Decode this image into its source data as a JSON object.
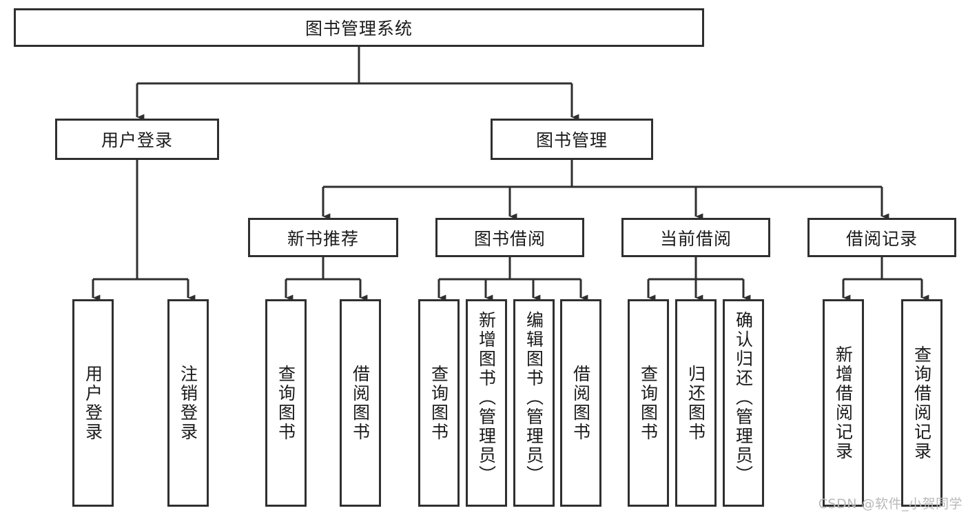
{
  "diagram": {
    "title": "图书管理系统",
    "type": "tree-hierarchy",
    "root": {
      "label": "图书管理系统"
    },
    "level2": [
      {
        "label": "用户登录"
      },
      {
        "label": "图书管理"
      }
    ],
    "level3": [
      {
        "label": "新书推荐"
      },
      {
        "label": "图书借阅"
      },
      {
        "label": "当前借阅"
      },
      {
        "label": "借阅记录"
      }
    ],
    "leaves": {
      "user_login": [
        {
          "label": "用户登录"
        },
        {
          "label": "注销登录"
        }
      ],
      "new_book_recommend": [
        {
          "label": "查询图书"
        },
        {
          "label": "借阅图书"
        }
      ],
      "book_borrow": [
        {
          "label": "查询图书"
        },
        {
          "label": "新增图书（管理员）"
        },
        {
          "label": "编辑图书（管理员）"
        },
        {
          "label": "借阅图书"
        }
      ],
      "current_borrow": [
        {
          "label": "查询图书"
        },
        {
          "label": "归还图书"
        },
        {
          "label": "确认归还（管理员）"
        }
      ],
      "borrow_record": [
        {
          "label": "新增借阅记录"
        },
        {
          "label": "查询借阅记录"
        }
      ]
    }
  },
  "watermark": {
    "text": "CSDN @软件_小贺同学"
  },
  "colors": {
    "border": "#2f2f2f",
    "background": "#ffffff",
    "text": "#1a1a1a",
    "watermark": "#b9b9b9"
  }
}
